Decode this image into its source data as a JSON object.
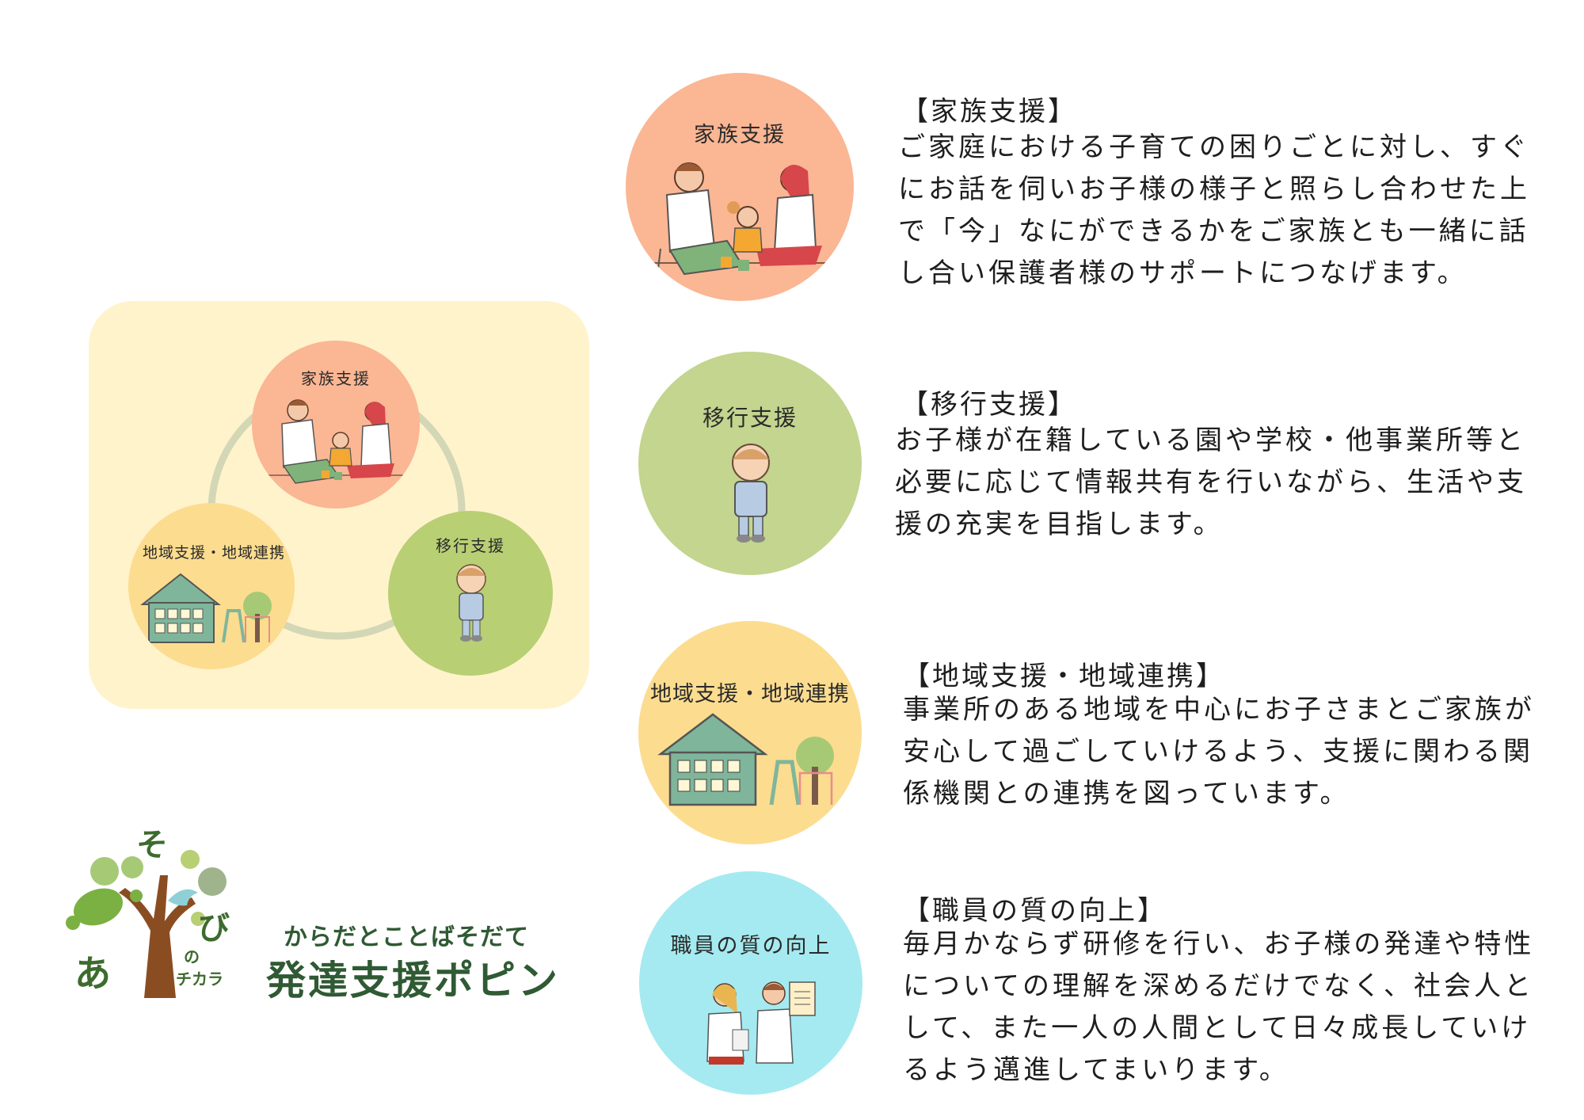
{
  "diagram": {
    "family": "家族支援",
    "transition": "移行支援",
    "community": "地域支援・地域連携"
  },
  "sections": [
    {
      "circle_label": "家族支援",
      "heading": "【家族支援】",
      "body": "ご家庭における子育ての困りごとに対し、すぐ\nにお話を伺いお子様の様子と照らし合わせた上\nで「今」なにができるかをご家族とも一緒に話\nし合い保護者様のサポートにつなげます。"
    },
    {
      "circle_label": "移行支援",
      "heading": "【移行支援】",
      "body": "お子様が在籍している園や学校・他事業所等と\n必要に応じて情報共有を行いながら、生活や支\n援の充実を目指します。"
    },
    {
      "circle_label": "地域支援・地域連携",
      "heading": "【地域支援・地域連携】",
      "body": "事業所のある地域を中心にお子さまとご家族が\n安心して過ごしていけるよう、支援に関わる関\n係機関との連携を図っています。"
    },
    {
      "circle_label": "職員の質の向上",
      "heading": "【職員の質の向上】",
      "body": "毎月かならず研修を行い、お子様の発達や特性\nについての理解を深めるだけでなく、社会人と\nして、また一人の人間として日々成長していけ\nるよう邁進してまいります。"
    }
  ],
  "logo": {
    "tagline": "からだとことばそだて",
    "name": "発達支援ポピン",
    "mark_text": "あそびのチカラ"
  },
  "colors": {
    "family": "#fbb694",
    "transition": "#c3d58e",
    "community": "#fcdc8f",
    "staff": "#a5eaf0",
    "diagram_bg": "#fff3cc",
    "logo_green": "#2f5a33"
  }
}
